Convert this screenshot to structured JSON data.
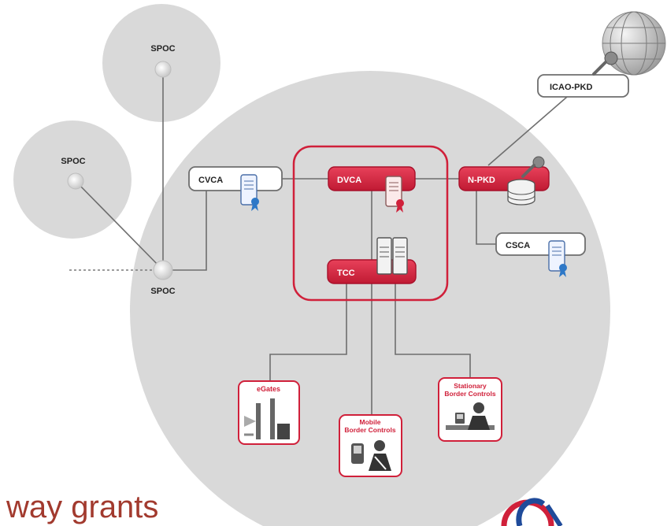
{
  "nodes": {
    "spoc_top": "SPOC",
    "spoc_left": "SPOC",
    "spoc_hub": "SPOC",
    "cvca": "CVCA",
    "dvca": "DVCA",
    "tcc": "TCC",
    "npkd": "N-PKD",
    "icao_pkd": "ICAO-PKD",
    "csca": "CSCA"
  },
  "endpoints": {
    "egates": "eGates",
    "mobile_line1": "Mobile",
    "mobile_line2": "Border Controls",
    "stationary_line1": "Stationary",
    "stationary_line2": "Border Controls"
  },
  "footer": {
    "text": "way grants"
  },
  "icons": [
    "globe-icon",
    "key-icon",
    "certificate-icon",
    "server-icon",
    "database-icon",
    "gate-icon",
    "officer-icon",
    "logo-icon"
  ],
  "colors": {
    "accent": "#d0203a",
    "circle": "#d9d9d9",
    "line": "#6e6e6e",
    "footer_text": "#a23a2e"
  }
}
